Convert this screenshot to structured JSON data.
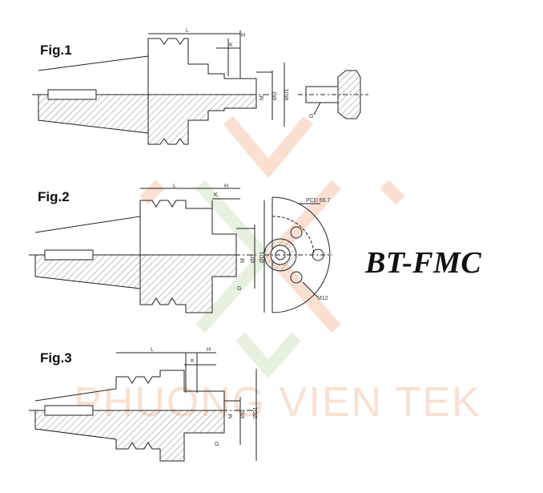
{
  "figures": [
    {
      "label": "Fig.1"
    },
    {
      "label": "Fig.2"
    },
    {
      "label": "Fig.3"
    }
  ],
  "model_name": "BT-FMC",
  "watermark": "PHUONG VIEN TEK",
  "dimensions": {
    "L": "L",
    "K": "K",
    "H": "H",
    "M": "M",
    "D": "ØD",
    "D1": "ØD1",
    "G": "G",
    "pcd": "PCD 66.7",
    "m12": "M12"
  },
  "colors": {
    "line": "#222222",
    "hatch": "#555555",
    "watermark_orange": "#f5a67a",
    "watermark_green": "#b9d9a6"
  }
}
